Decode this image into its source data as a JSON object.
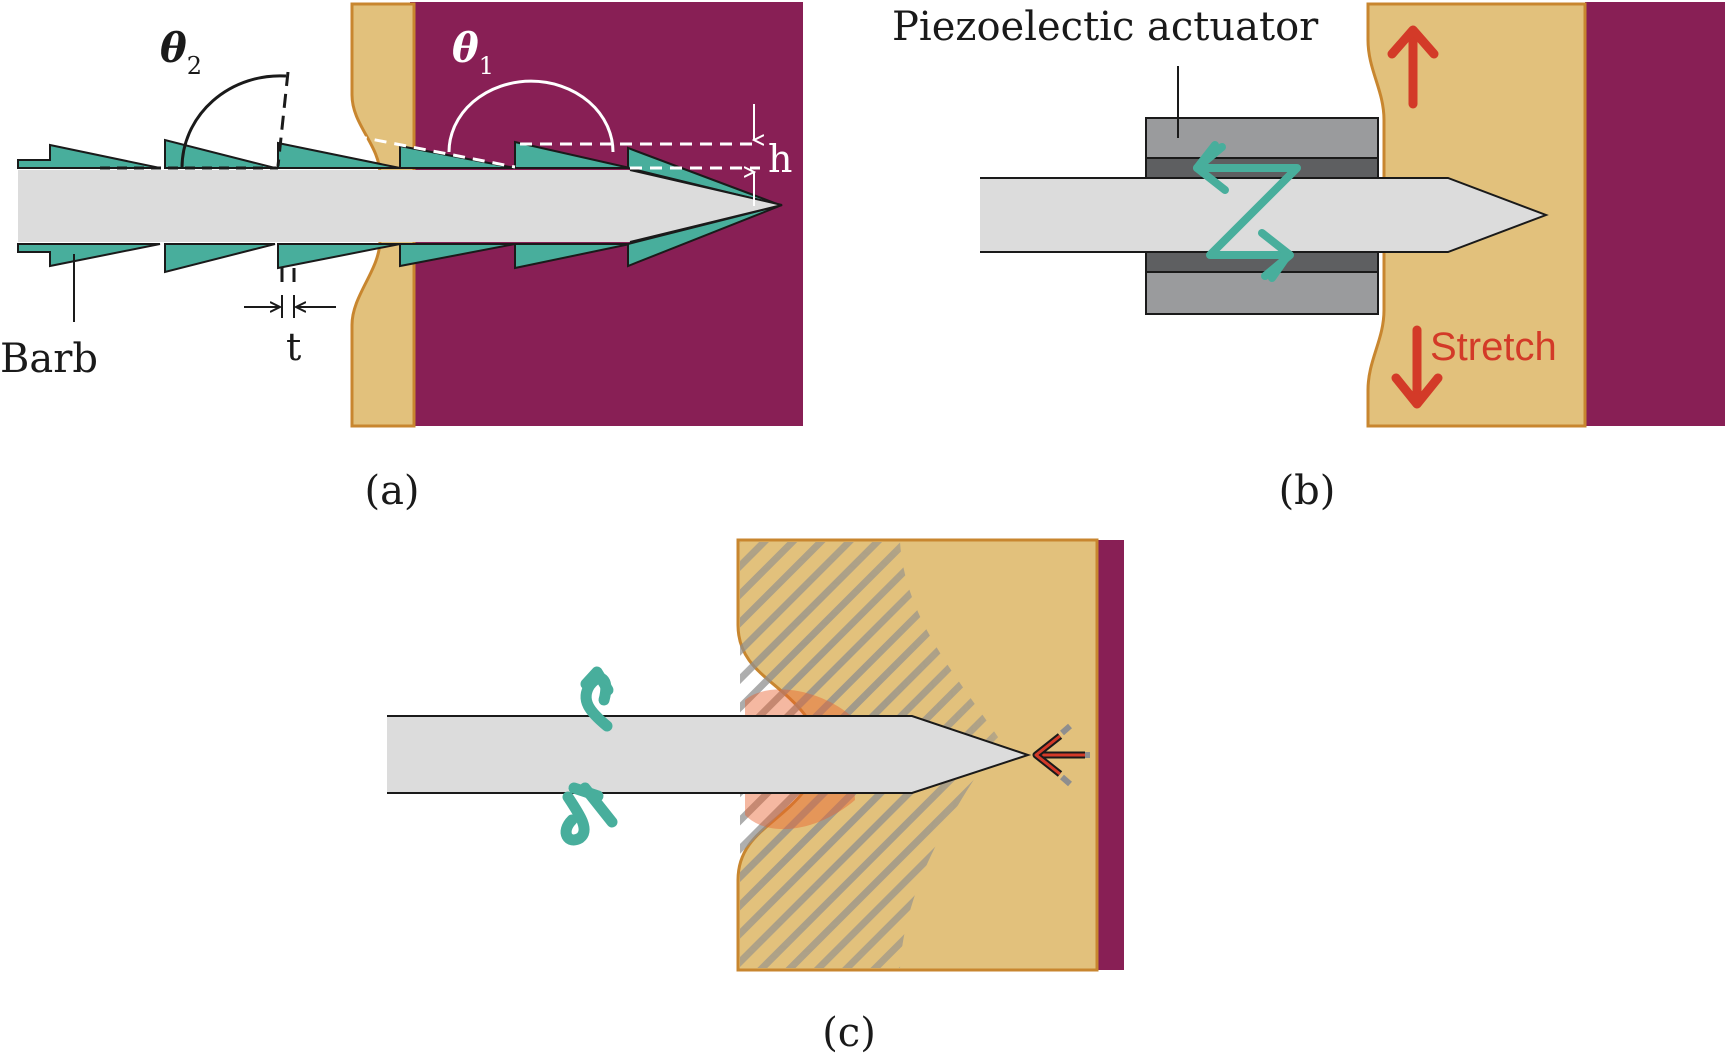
{
  "colors": {
    "tissue": "#E2C17C",
    "tissue_edge": "#C8862F",
    "muscle": "#881F55",
    "barb": "#48AE9C",
    "needle": "#DCDCDC",
    "outline": "#1A1A1A",
    "actuator_light": "#9A9B9D",
    "actuator_dark": "#5E5F61",
    "stretch": "#D33A28",
    "white": "#FFFFFF"
  },
  "panel_a": {
    "caption": "(a)",
    "theta1_symbol": "θ",
    "theta1_sub": "1",
    "theta2_symbol": "θ",
    "theta2_sub": "2",
    "h_label": "h",
    "t_label": "t",
    "barb_label": "Barb"
  },
  "panel_b": {
    "caption": "(b)",
    "actuator_label": "Piezoelectic actuator",
    "stretch_label": "Stretch"
  },
  "panel_c": {
    "caption": "(c)"
  }
}
